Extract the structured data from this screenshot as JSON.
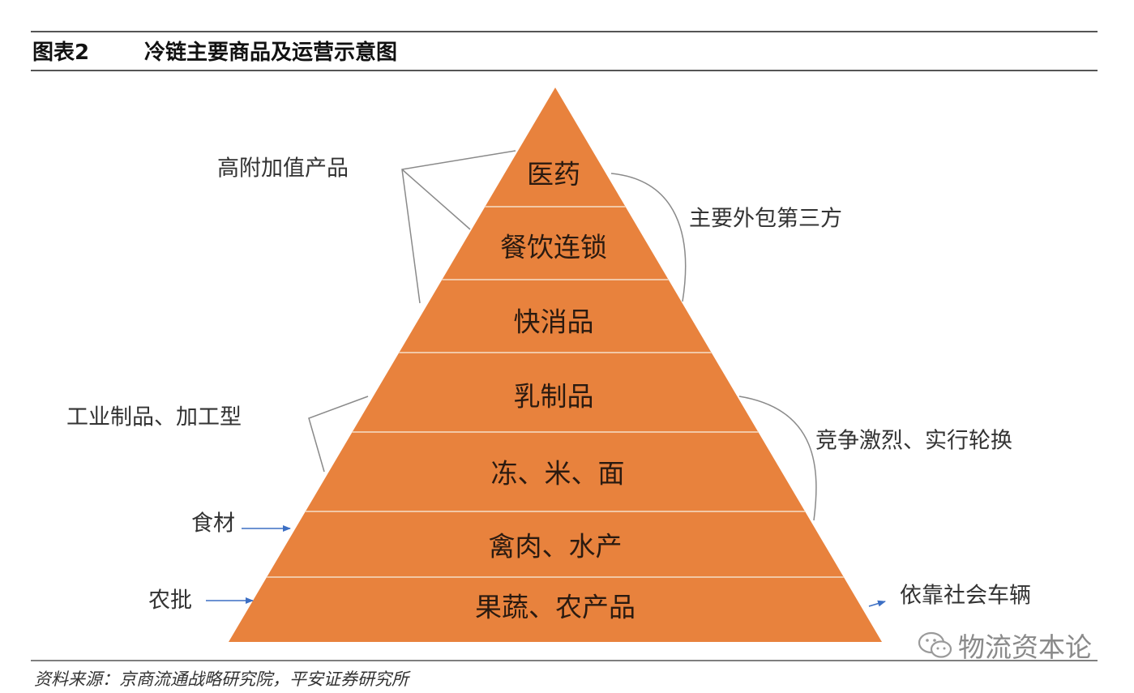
{
  "figure": {
    "label": "图表2",
    "title": "冷链主要商品及运营示意图",
    "source": "资料来源：京商流通战略研究院，平安证券研究所"
  },
  "pyramid": {
    "fill_color": "#e8823d",
    "line_color": "#f2c8a6",
    "layers": [
      "医药",
      "餐饮连锁",
      "快消品",
      "乳制品",
      "冻、米、面",
      "禽肉、水产",
      "果蔬、农产品"
    ]
  },
  "left_annotations": {
    "high_value": "高附加值产品",
    "industrial": "工业制品、加工型",
    "ingredients": "食材",
    "wholesale": "农批"
  },
  "right_annotations": {
    "outsourcing": "主要外包第三方",
    "competition": "竞争激烈、实行轮换",
    "social_vehicles": "依靠社会车辆"
  },
  "watermark": {
    "text": "物流资本论",
    "icon": "wechat-icon"
  }
}
